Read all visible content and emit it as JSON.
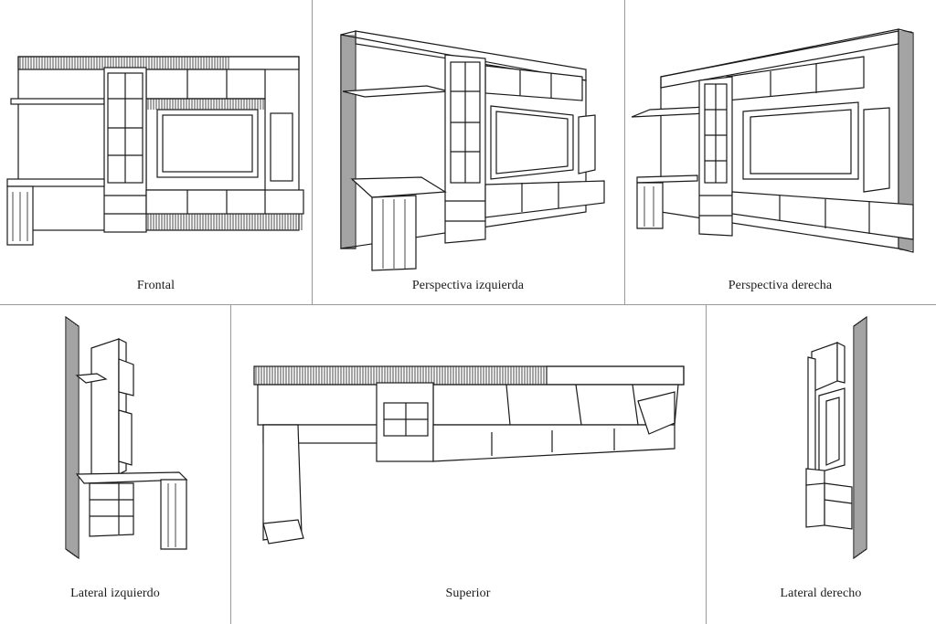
{
  "views": [
    {
      "id": "frontal",
      "caption": "Frontal"
    },
    {
      "id": "perspectiva-izquierda",
      "caption": "Perspectiva izquierda"
    },
    {
      "id": "perspectiva-derecha",
      "caption": "Perspectiva derecha"
    },
    {
      "id": "lateral-izquierdo",
      "caption": "Lateral izquierdo"
    },
    {
      "id": "superior",
      "caption": "Superior"
    },
    {
      "id": "lateral-derecho",
      "caption": "Lateral derecho"
    }
  ],
  "colors": {
    "line": "#1a1a1a",
    "divider": "#9a9a9a",
    "background": "#ffffff"
  }
}
